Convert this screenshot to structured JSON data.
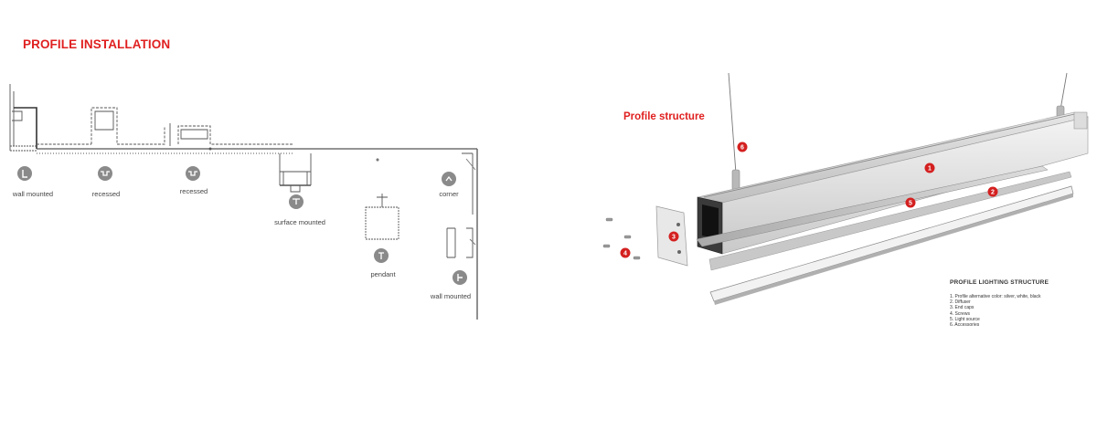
{
  "installation": {
    "title": "PROFILE INSTALLATION",
    "modes": [
      {
        "label": "wall mounted",
        "icon": "wall-mounted-icon"
      },
      {
        "label": "recessed",
        "icon": "recessed-icon"
      },
      {
        "label": "recessed",
        "icon": "recessed-icon"
      },
      {
        "label": "surface mounted",
        "icon": "surface-mounted-icon"
      },
      {
        "label": "corner",
        "icon": "corner-icon"
      },
      {
        "label": "pendant",
        "icon": "pendant-icon"
      },
      {
        "label": "wall mounted",
        "icon": "wall-mounted-icon"
      }
    ]
  },
  "structure": {
    "title": "Profile structure",
    "callouts": [
      "1",
      "2",
      "3",
      "4",
      "5",
      "6"
    ],
    "legend": {
      "title": "PROFILE LIGHTING STRUCTURE",
      "items": [
        "1. Profile alternative color: silver, white, black",
        "2. Diffuser",
        "3. End caps",
        "4. Screws",
        "5. Light source",
        "6. Accessories"
      ]
    }
  },
  "colors": {
    "heading": "#e02020",
    "callout": "#d42020",
    "icon_circle": "#8a8a8a",
    "line_drawing": "#555555"
  }
}
